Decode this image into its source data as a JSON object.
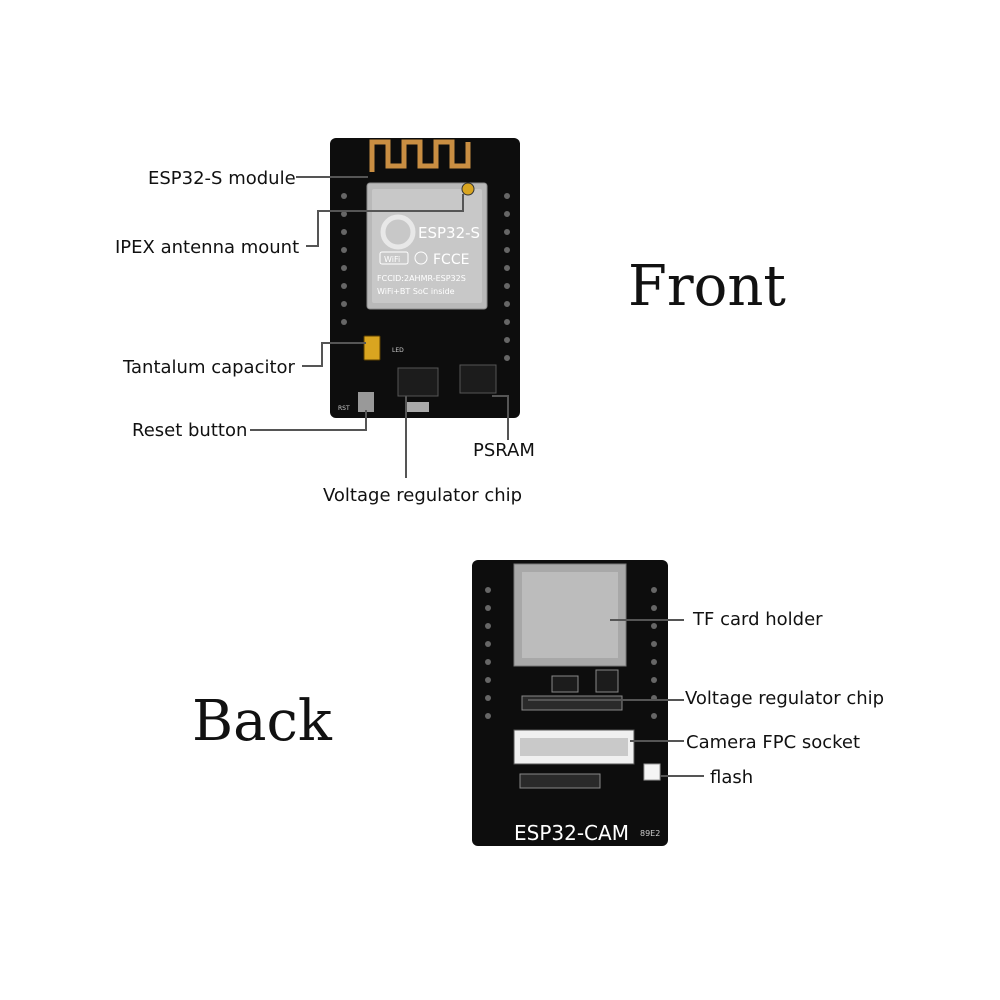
{
  "views": {
    "front": "Front",
    "back": "Back"
  },
  "front_labels": {
    "esp32_module": "ESP32-S module",
    "ipex_antenna": "IPEX antenna mount",
    "tantalum_cap": "Tantalum capacitor",
    "reset_button": "Reset button",
    "psram": "PSRAM",
    "voltage_reg": "Voltage regulator chip"
  },
  "back_labels": {
    "tf_card": "TF card holder",
    "voltage_reg": "Voltage regulator chip",
    "camera_fpc": "Camera FPC socket",
    "flash": "flash"
  },
  "module_markings": {
    "model": "ESP32-S",
    "fccid": "FCCID:2AHMR-ESP32S",
    "soc": "WiFi+BT SoC inside",
    "wifi": "WiFi",
    "fcc": "FCCE",
    "board_name": "ESP32-CAM",
    "rst": "RST",
    "led": "LED",
    "code": "89E2"
  },
  "colors": {
    "pcb": "#0d0d0d",
    "antenna": "#c98e42",
    "shield": "#b9b9b9",
    "gold": "#d9a520",
    "leader": "#555555"
  }
}
